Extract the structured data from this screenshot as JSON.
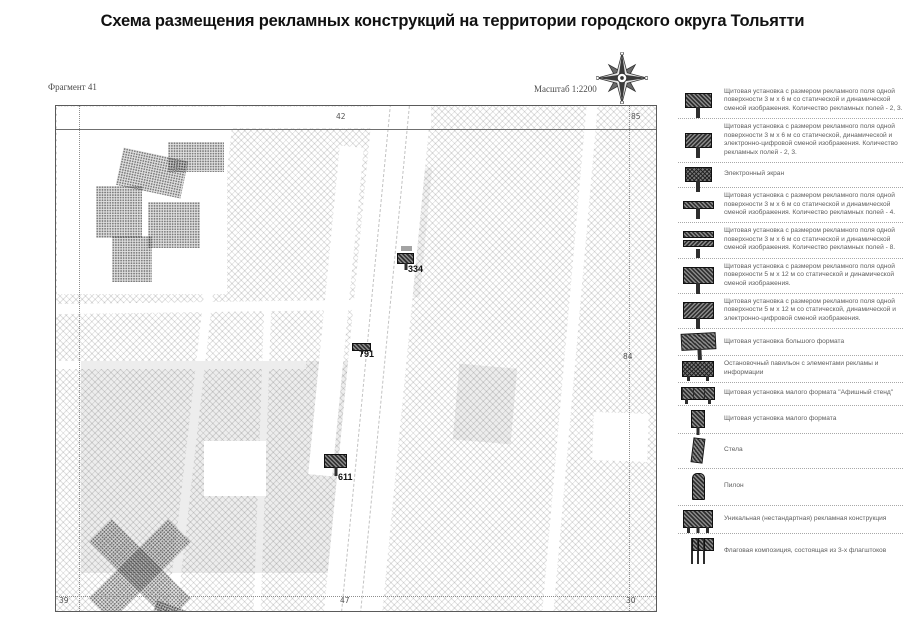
{
  "title": "Схема размещения рекламных конструкций на территории городского округа Тольятти",
  "map": {
    "fragment_label": "Фрагмент 41",
    "scale_label": "Масштаб 1:2200",
    "compass_icon": "compass-rose-icon",
    "edge_labels": {
      "top_center": "42",
      "top_right": "85",
      "right_middle": "84",
      "bottom_left": "39",
      "bottom_center": "47",
      "bottom_right": "30"
    },
    "markers": [
      {
        "id": "334",
        "icon": "billboard-marker-icon"
      },
      {
        "id": "791",
        "icon": "billboard-wing-marker-icon"
      },
      {
        "id": "611",
        "icon": "billboard-marker-icon"
      }
    ]
  },
  "legend": {
    "items": [
      {
        "icon": "billboard-3x6-icon",
        "label": "Щитовая установка с размером рекламного поля одной поверхности 3 м х 6 м со статической и динамической сменой изображения. Количество рекламных полей - 2, 3."
      },
      {
        "icon": "billboard-3x6-digital-icon",
        "label": "Щитовая установка с размером рекламного поля одной поверхности 3 м х 6 м со статической, динамической и электронно-цифровой сменой изображения. Количество рекламных полей - 2, 3."
      },
      {
        "icon": "electronic-screen-icon",
        "label": "Электронный экран"
      },
      {
        "icon": "billboard-3x6-4fields-icon",
        "label": "Щитовая установка с размером рекламного поля одной поверхности 3 м х 6 м со статической и динамической сменой изображения. Количество рекламных полей - 4."
      },
      {
        "icon": "billboard-3x6-8fields-icon",
        "label": "Щитовая установка с размером рекламного поля одной поверхности 3 м х 6 м со статической и динамической сменой изображения. Количество рекламных полей - 8."
      },
      {
        "icon": "billboard-5x12-icon",
        "label": "Щитовая установка с размером рекламного поля одной поверхности 5 м х 12 м со статической и динамической сменой изображения."
      },
      {
        "icon": "billboard-5x12-digital-icon",
        "label": "Щитовая установка с размером рекламного поля одной поверхности 5 м х 12 м со статической, динамической и электронно-цифровой сменой изображения."
      },
      {
        "icon": "billboard-large-format-icon",
        "label": "Щитовая установка большого формата"
      },
      {
        "icon": "bus-shelter-icon",
        "label": "Остановочный павильон с элементами рекламы и информации"
      },
      {
        "icon": "poster-stand-icon",
        "label": "Щитовая установка малого формата \"Афишный стенд\""
      },
      {
        "icon": "small-format-icon",
        "label": "Щитовая установка малого формата"
      },
      {
        "icon": "stela-icon",
        "label": "Стела"
      },
      {
        "icon": "pylon-icon",
        "label": "Пилон"
      },
      {
        "icon": "unique-structure-icon",
        "label": "Уникальная (нестандартная) рекламная конструкция"
      },
      {
        "icon": "flag-composition-icon",
        "label": "Флаговая композиция, состоящая из 3-х флагштоков"
      }
    ]
  },
  "colors": {
    "ink": "#1a1a1a",
    "legend_text": "#5e5e5e",
    "hatch": "#b9b9b9",
    "marker_fill": "#2e2e2e"
  }
}
